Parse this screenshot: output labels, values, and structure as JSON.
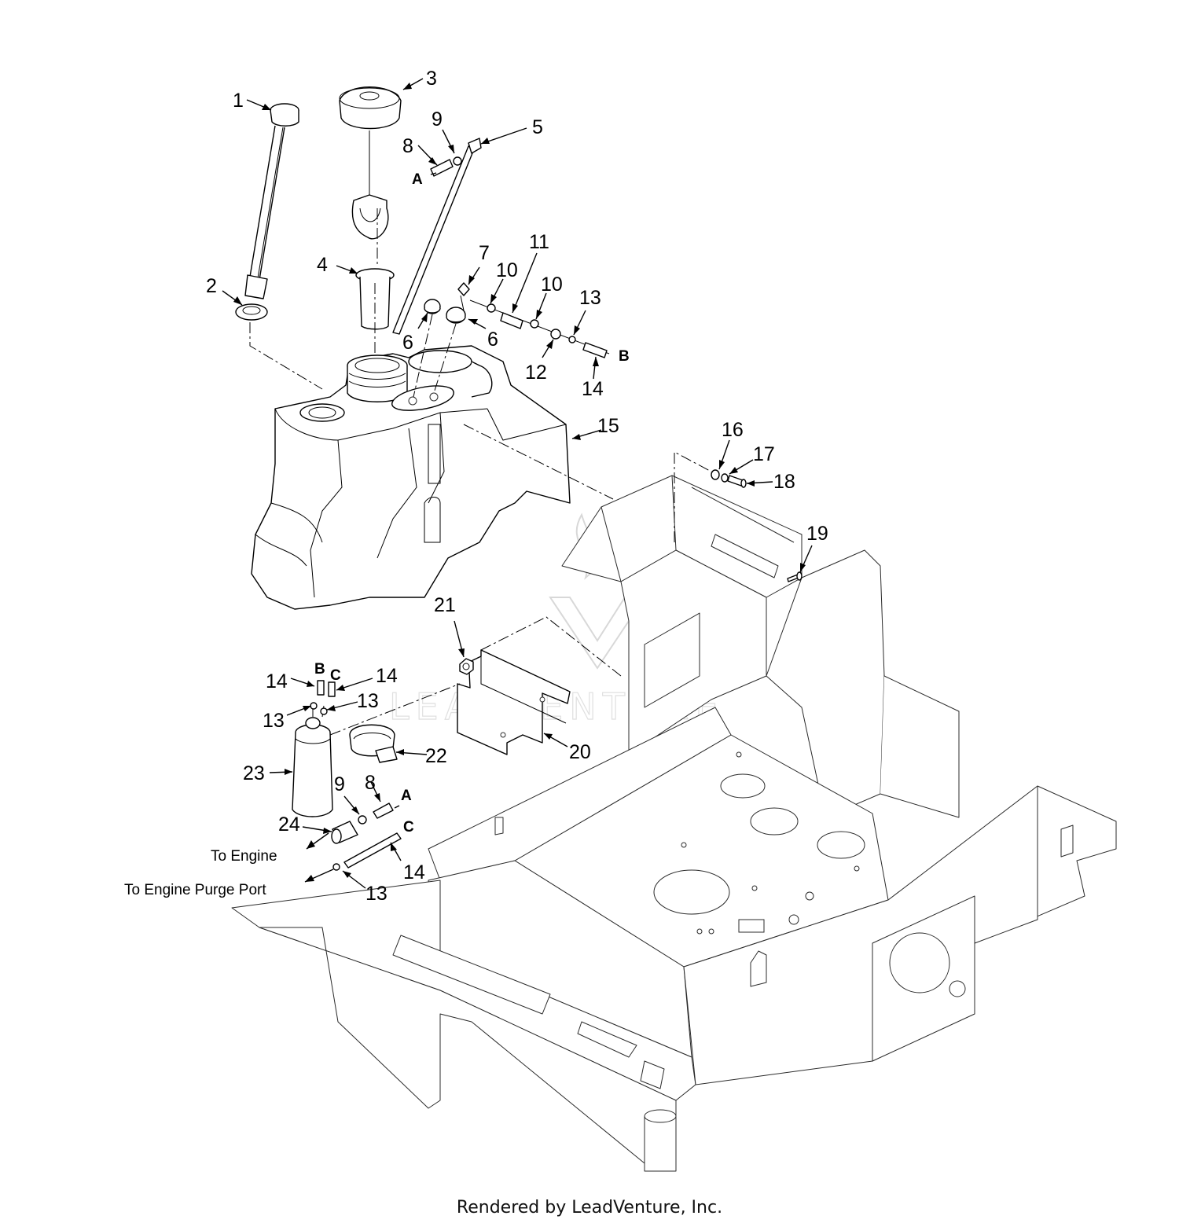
{
  "callouts": [
    {
      "id": "c1",
      "text": "1"
    },
    {
      "id": "c2",
      "text": "2"
    },
    {
      "id": "c3",
      "text": "3"
    },
    {
      "id": "c4",
      "text": "4"
    },
    {
      "id": "c5",
      "text": "5"
    },
    {
      "id": "c6a",
      "text": "6"
    },
    {
      "id": "c6b",
      "text": "6"
    },
    {
      "id": "c7",
      "text": "7"
    },
    {
      "id": "c8a",
      "text": "8"
    },
    {
      "id": "c8b",
      "text": "8"
    },
    {
      "id": "c9a",
      "text": "9"
    },
    {
      "id": "c9b",
      "text": "9"
    },
    {
      "id": "c10a",
      "text": "10"
    },
    {
      "id": "c10b",
      "text": "10"
    },
    {
      "id": "c11",
      "text": "11"
    },
    {
      "id": "c12",
      "text": "12"
    },
    {
      "id": "c13a",
      "text": "13"
    },
    {
      "id": "c13b",
      "text": "13"
    },
    {
      "id": "c13c",
      "text": "13"
    },
    {
      "id": "c13d",
      "text": "13"
    },
    {
      "id": "c14a",
      "text": "14"
    },
    {
      "id": "c14b",
      "text": "14"
    },
    {
      "id": "c14c",
      "text": "14"
    },
    {
      "id": "c14d",
      "text": "14"
    },
    {
      "id": "c15",
      "text": "15"
    },
    {
      "id": "c16",
      "text": "16"
    },
    {
      "id": "c17",
      "text": "17"
    },
    {
      "id": "c18",
      "text": "18"
    },
    {
      "id": "c19",
      "text": "19"
    },
    {
      "id": "c20",
      "text": "20"
    },
    {
      "id": "c21",
      "text": "21"
    },
    {
      "id": "c22",
      "text": "22"
    },
    {
      "id": "c23",
      "text": "23"
    },
    {
      "id": "c24",
      "text": "24"
    }
  ],
  "connection_letters": {
    "a_top": "A",
    "b_right": "B",
    "b_filter": "B",
    "c_filter": "C",
    "a_bottom": "A",
    "c_bottom": "C"
  },
  "notes": {
    "to_engine": "To Engine",
    "to_engine_purge_port": "To Engine Purge Port"
  },
  "watermark": "LEADVENTURE",
  "footer": "Rendered by LeadVenture, Inc."
}
